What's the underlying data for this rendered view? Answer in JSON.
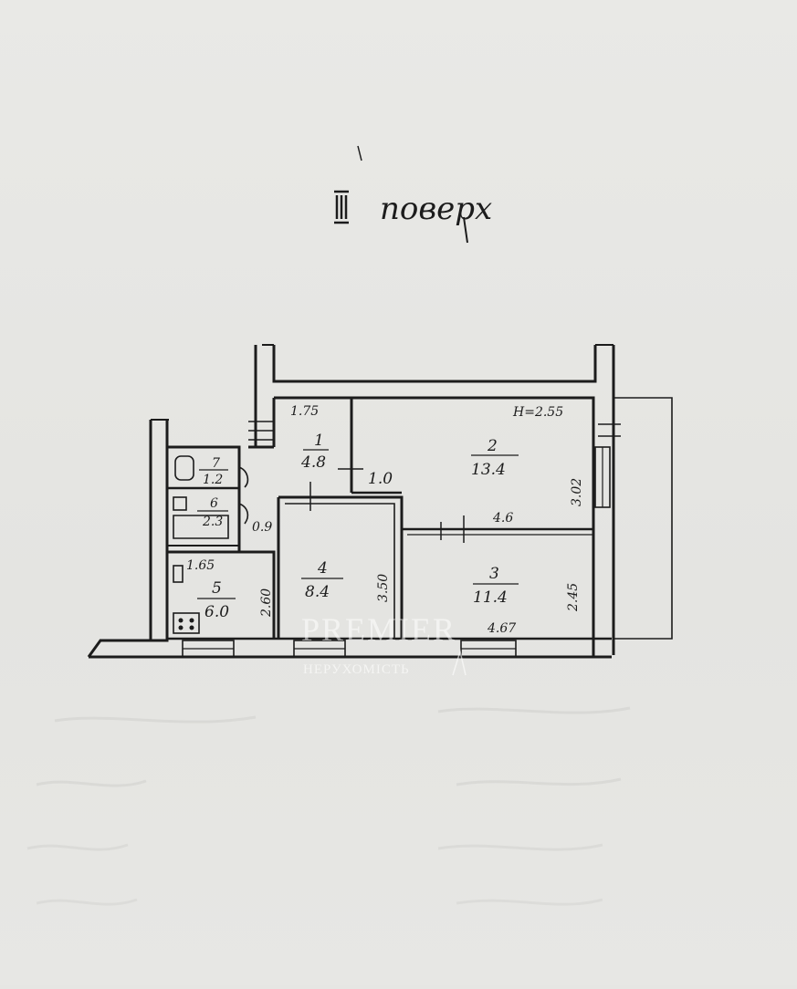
{
  "title": "поверх",
  "floor_mark": "III",
  "ceiling_height": "Н=2.55",
  "rooms": [
    {
      "number": "1",
      "area": "4.8"
    },
    {
      "number": "2",
      "area": "13.4"
    },
    {
      "number": "3",
      "area": "11.4"
    },
    {
      "number": "4",
      "area": "8.4"
    },
    {
      "number": "5",
      "area": "6.0"
    },
    {
      "number": "6",
      "area": "2.3"
    },
    {
      "number": "7",
      "area": "1.2"
    }
  ],
  "dimensions": {
    "hall_width": "1.75",
    "door_gap": "1.0",
    "room2_width": "4.6",
    "room2_depth": "3.02",
    "room3_width": "4.67",
    "room3_depth": "2.45",
    "room4_depth": "3.50",
    "kitchen_width": "1.65",
    "kitchen_depth": "2.60",
    "corridor_small": "0.9"
  },
  "watermark": {
    "brand": "PREMIER",
    "subtitle": "НЕРУХОМІСТЬ"
  }
}
